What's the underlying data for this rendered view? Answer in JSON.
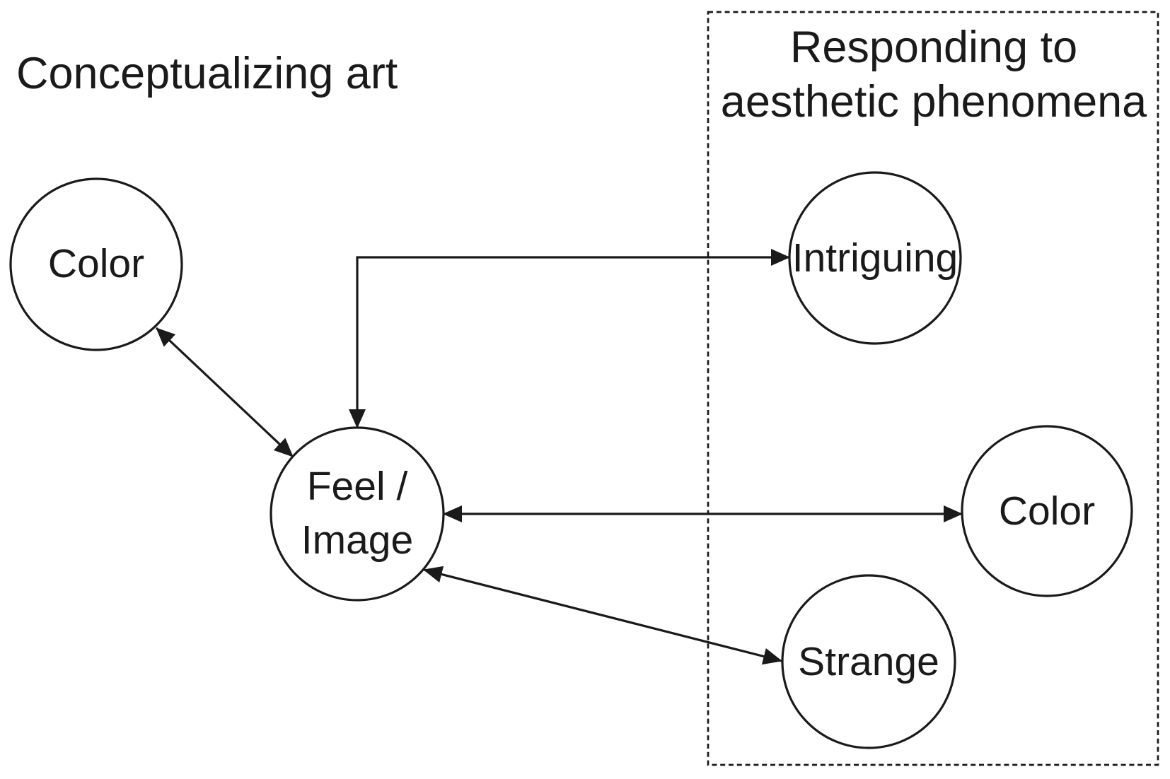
{
  "diagram": {
    "colors": {
      "background": "#ffffff",
      "stroke": "#1a1a1a",
      "node_fill": "#ffffff",
      "text": "#1a1a1a"
    },
    "left_region": {
      "title": "Conceptualizing art"
    },
    "right_region": {
      "title_line1": "Responding to",
      "title_line2": "aesthetic phenomena",
      "border_style": "dashed"
    },
    "nodes": [
      {
        "id": "color-left",
        "label": "Color",
        "region": "conceptualizing-art"
      },
      {
        "id": "feel-image",
        "label_line1": "Feel /",
        "label_line2": "Image",
        "region": "conceptualizing-art"
      },
      {
        "id": "intriguing",
        "label": "Intriguing",
        "region": "responding-to-aesthetic-phenomena"
      },
      {
        "id": "color-right",
        "label": "Color",
        "region": "responding-to-aesthetic-phenomena"
      },
      {
        "id": "strange",
        "label": "Strange",
        "region": "responding-to-aesthetic-phenomena"
      }
    ],
    "edges": [
      {
        "from": "color-left",
        "to": "feel-image",
        "direction": "bidirectional",
        "shape": "straight"
      },
      {
        "from": "feel-image",
        "to": "intriguing",
        "direction": "bidirectional",
        "shape": "elbow"
      },
      {
        "from": "feel-image",
        "to": "color-right",
        "direction": "bidirectional",
        "shape": "straight"
      },
      {
        "from": "feel-image",
        "to": "strange",
        "direction": "bidirectional",
        "shape": "straight"
      }
    ]
  }
}
